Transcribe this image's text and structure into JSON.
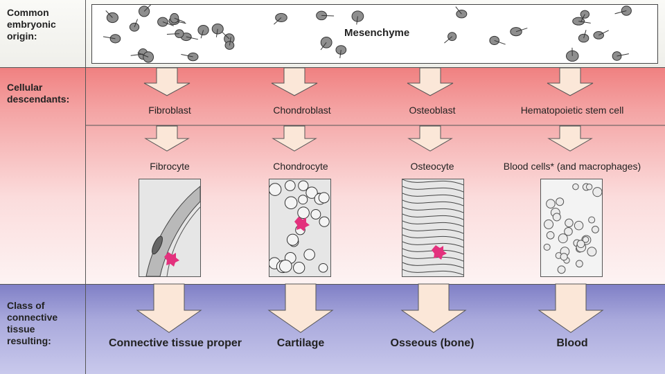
{
  "row_labels": {
    "origin": "Common\nembryonic\norigin:",
    "descendants": "Cellular\ndescendants:",
    "class": "Class of\nconnective\ntissue\nresulting:"
  },
  "mesenchyme": "Mesenchyme",
  "blasts": [
    "Fibroblast",
    "Chondroblast",
    "Osteoblast",
    "Hematopoietic stem cell"
  ],
  "mature_cells": [
    "Fibrocyte",
    "Chondrocyte",
    "Osteocyte",
    "Blood cells* (and macrophages)"
  ],
  "tissue_classes": [
    "Connective tissue proper",
    "Cartilage",
    "Osseous (bone)",
    "Blood"
  ],
  "colors": {
    "arrow_fill": "#fbe7d8",
    "top_band": "#f4f4f0",
    "mid_band": "#f08080",
    "bottom_band": "#8f8fd0",
    "highlight": "#e3317d"
  }
}
